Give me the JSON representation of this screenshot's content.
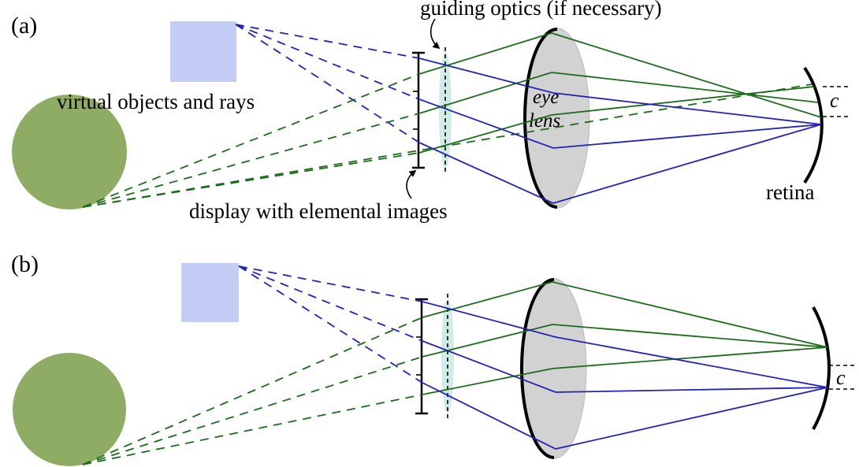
{
  "figure": {
    "background": "#ffffff",
    "panels": {
      "a": {
        "label": "(a)",
        "spot_label": "c"
      },
      "b": {
        "label": "(b)",
        "spot_label": "c"
      }
    },
    "annotations": {
      "guiding_optics": "guiding optics (if necessary)",
      "virtual_objects": "virtual objects and rays",
      "display": "display with elemental images",
      "eye_lens_line1": "eye",
      "eye_lens_line2": "lens",
      "retina": "retina"
    },
    "colors": {
      "ray_blue": "#2323b4",
      "ray_green": "#1e6b1e",
      "square_object_fill": "#c3cdf6",
      "circle_object_fill": "#8fac64",
      "eye_lens_fill": "#d2d2d2",
      "eye_lens_edge": "#b9b9b9",
      "guiding_optics_fill": "#c9e7e5",
      "ink": "#000000"
    }
  }
}
